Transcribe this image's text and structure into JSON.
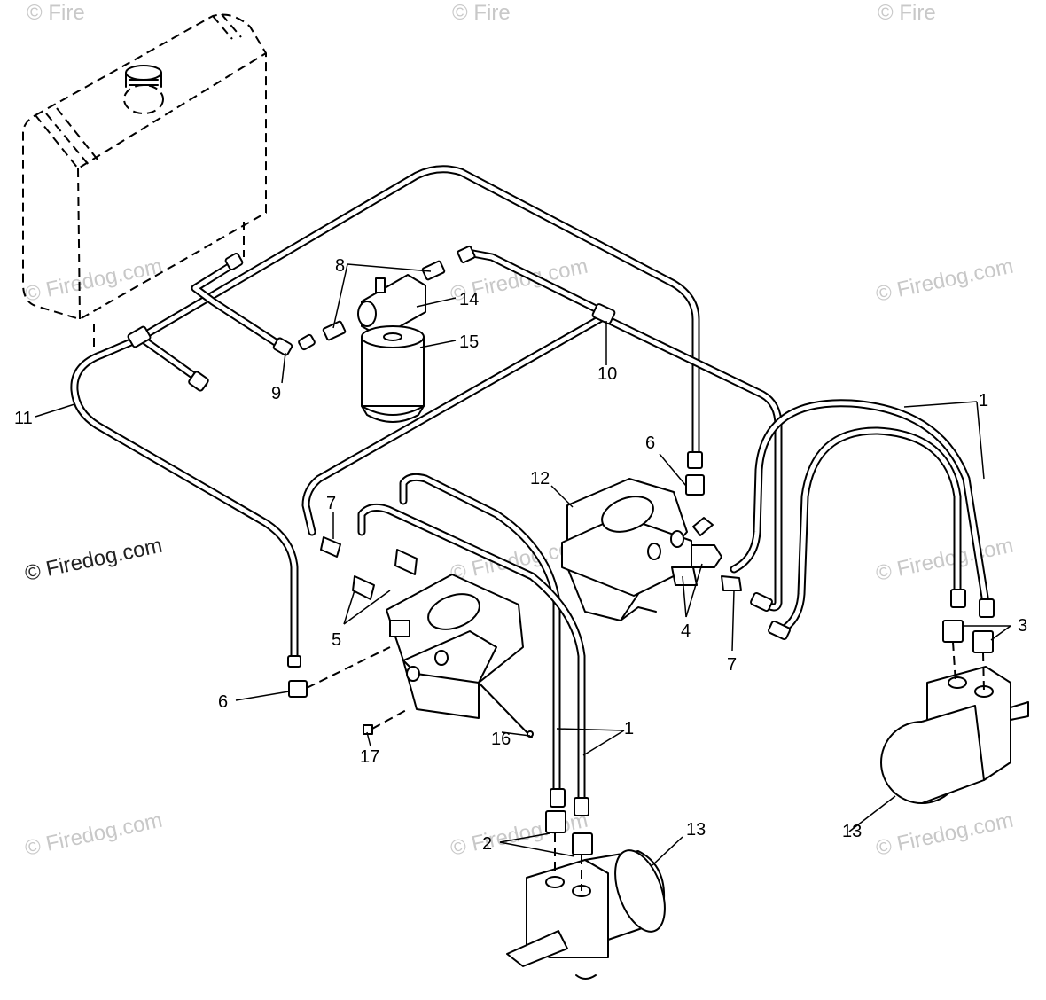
{
  "watermark": {
    "text": "© Firedog.com",
    "text_top": "© Fire"
  },
  "callouts": {
    "c1_right": "1",
    "c1_bottom": "1",
    "c2": "2",
    "c3": "3",
    "c4": "4",
    "c5": "5",
    "c6_top": "6",
    "c6_left": "6",
    "c7_left": "7",
    "c7_right": "7",
    "c8": "8",
    "c9": "9",
    "c10": "10",
    "c11": "11",
    "c12": "12",
    "c13_bottom": "13",
    "c13_right": "13",
    "c14": "14",
    "c15": "15",
    "c16": "16",
    "c17": "17"
  }
}
